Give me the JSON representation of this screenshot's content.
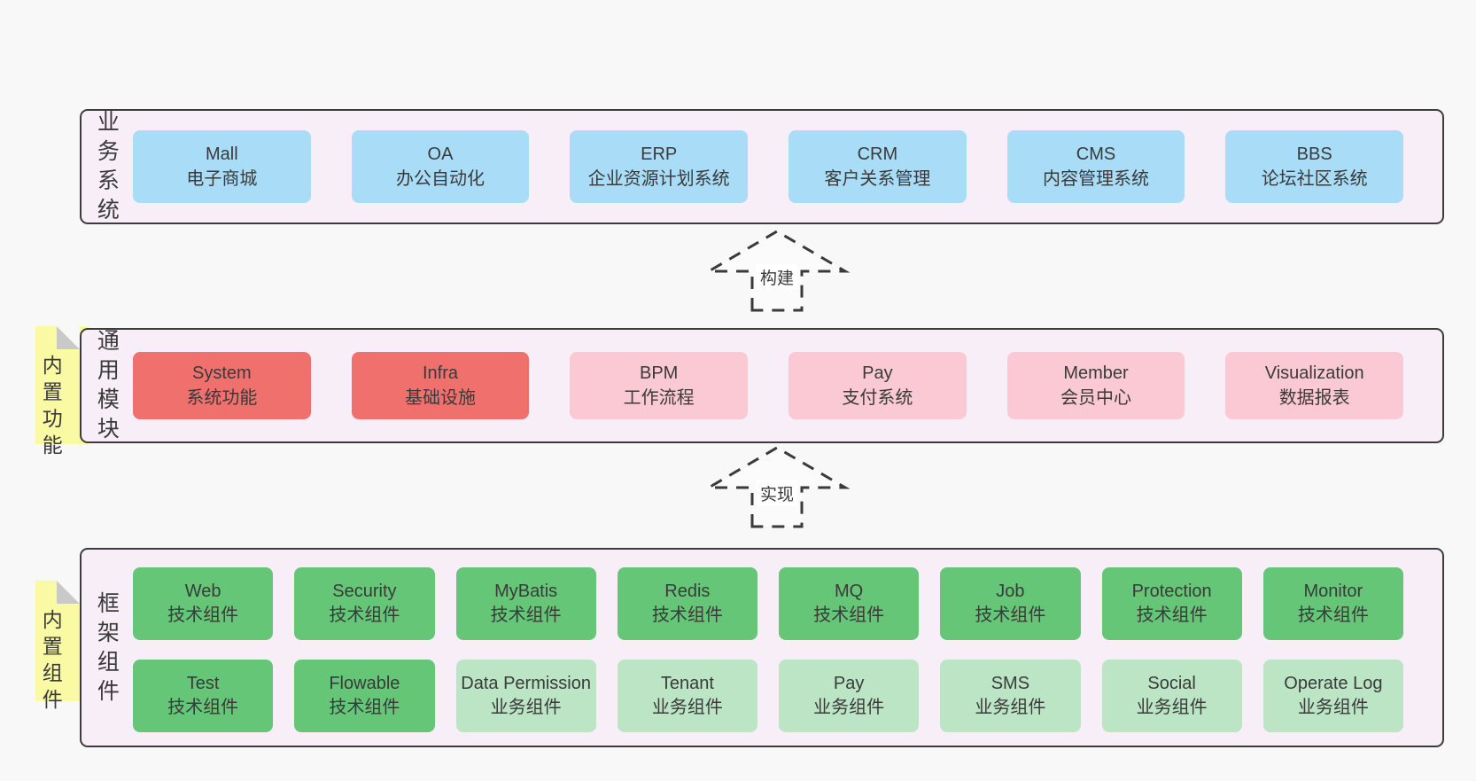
{
  "colors": {
    "page-bg": "#f8f8f8",
    "band-bg": "#f8eef7",
    "band-border": "#3c3c3c",
    "blue": "#a9dcf7",
    "red": "#f0706e",
    "pink": "#fbc9d3",
    "green": "#65c678",
    "lightgreen": "#bce5c6",
    "yellow": "#fafaa5",
    "fold": "#c9c9c9",
    "text": "#3a3a3a",
    "arrow": "#3a3a3a"
  },
  "sections": {
    "business": {
      "label": "业务系统",
      "items": [
        {
          "name": "Mall",
          "desc": "电子商城",
          "variant": "blue"
        },
        {
          "name": "OA",
          "desc": "办公自动化",
          "variant": "blue"
        },
        {
          "name": "ERP",
          "desc": "企业资源计划系统",
          "variant": "blue"
        },
        {
          "name": "CRM",
          "desc": "客户关系管理",
          "variant": "blue"
        },
        {
          "name": "CMS",
          "desc": "内容管理系统",
          "variant": "blue"
        },
        {
          "name": "BBS",
          "desc": "论坛社区系统",
          "variant": "blue"
        }
      ]
    },
    "modules": {
      "label": "通用模块",
      "note": "内置功能",
      "items": [
        {
          "name": "System",
          "desc": "系统功能",
          "variant": "red"
        },
        {
          "name": "Infra",
          "desc": "基础设施",
          "variant": "red"
        },
        {
          "name": "BPM",
          "desc": "工作流程",
          "variant": "pink"
        },
        {
          "name": "Pay",
          "desc": "支付系统",
          "variant": "pink"
        },
        {
          "name": "Member",
          "desc": "会员中心",
          "variant": "pink"
        },
        {
          "name": "Visualization",
          "desc": "数据报表",
          "variant": "pink"
        }
      ]
    },
    "components": {
      "label": "框架组件",
      "note": "内置组件",
      "rows": [
        [
          {
            "name": "Web",
            "desc": "技术组件",
            "variant": "green"
          },
          {
            "name": "Security",
            "desc": "技术组件",
            "variant": "green"
          },
          {
            "name": "MyBatis",
            "desc": "技术组件",
            "variant": "green"
          },
          {
            "name": "Redis",
            "desc": "技术组件",
            "variant": "green"
          },
          {
            "name": "MQ",
            "desc": "技术组件",
            "variant": "green"
          },
          {
            "name": "Job",
            "desc": "技术组件",
            "variant": "green"
          },
          {
            "name": "Protection",
            "desc": "技术组件",
            "variant": "green"
          },
          {
            "name": "Monitor",
            "desc": "技术组件",
            "variant": "green"
          }
        ],
        [
          {
            "name": "Test",
            "desc": "技术组件",
            "variant": "green"
          },
          {
            "name": "Flowable",
            "desc": "技术组件",
            "variant": "green"
          },
          {
            "name": "Data Permission",
            "desc": "业务组件",
            "variant": "lightgreen"
          },
          {
            "name": "Tenant",
            "desc": "业务组件",
            "variant": "lightgreen"
          },
          {
            "name": "Pay",
            "desc": "业务组件",
            "variant": "lightgreen"
          },
          {
            "name": "SMS",
            "desc": "业务组件",
            "variant": "lightgreen"
          },
          {
            "name": "Social",
            "desc": "业务组件",
            "variant": "lightgreen"
          },
          {
            "name": "Operate Log",
            "desc": "业务组件",
            "variant": "lightgreen"
          }
        ]
      ]
    }
  },
  "arrows": {
    "build": {
      "label": "构建"
    },
    "implement": {
      "label": "实现"
    }
  }
}
